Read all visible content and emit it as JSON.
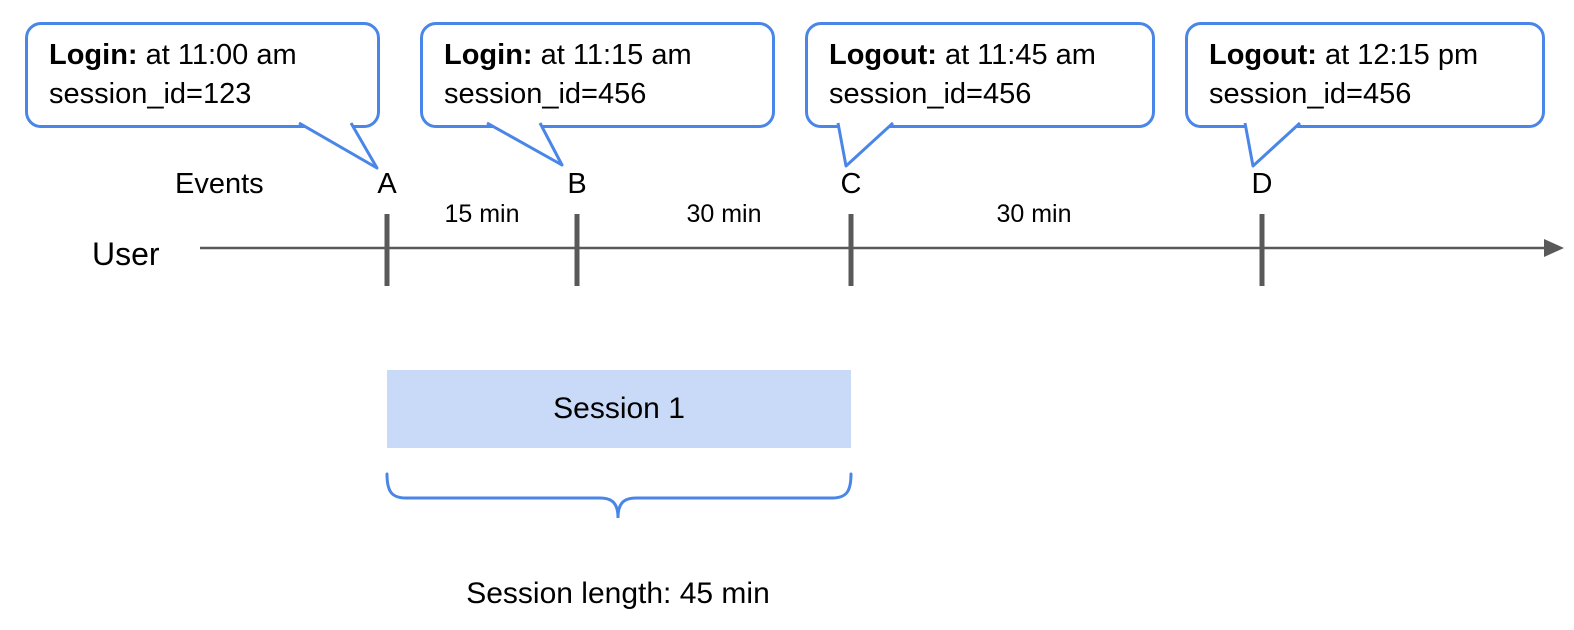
{
  "colors": {
    "accent_blue": "#4a86e8",
    "session_fill": "#c9daf8",
    "line_gray": "#595959"
  },
  "callouts": [
    {
      "event_type": "Login:",
      "detail": "at 11:00 am",
      "session_line": "session_id=123"
    },
    {
      "event_type": "Login:",
      "detail": "at 11:15 am",
      "session_line": "session_id=456"
    },
    {
      "event_type": "Logout:",
      "detail": "at 11:45 am",
      "session_line": "session_id=456"
    },
    {
      "event_type": "Logout:",
      "detail": "at 12:15 pm",
      "session_line": "session_id=456"
    }
  ],
  "timeline": {
    "events_label": "Events",
    "axis_label": "User",
    "markers": [
      "A",
      "B",
      "C",
      "D"
    ],
    "intervals": [
      "15 min",
      "30 min",
      "30 min"
    ]
  },
  "session": {
    "box_label": "Session 1",
    "length_label": "Session length: 45 min"
  }
}
